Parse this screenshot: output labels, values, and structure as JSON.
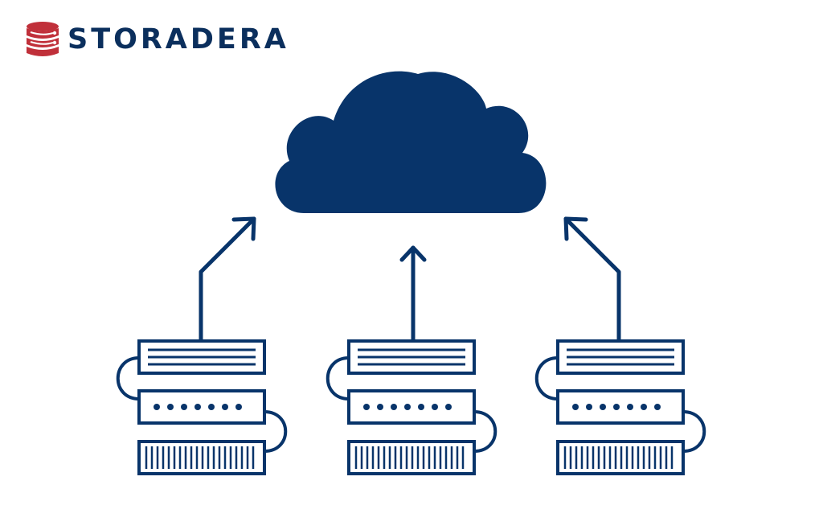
{
  "brand": {
    "name": "STORADERA",
    "logo_icon": "database-icon"
  },
  "colors": {
    "navy": "#08346a",
    "logo_red": "#c0303a",
    "background": "#ffffff"
  },
  "diagram": {
    "hub": "cloud-icon",
    "nodes": [
      "server-stack-left",
      "server-stack-center",
      "server-stack-right"
    ],
    "connector": "arrow-up-icon"
  }
}
